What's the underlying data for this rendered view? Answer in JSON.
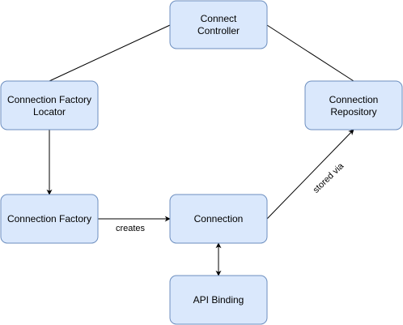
{
  "diagram": {
    "nodes": {
      "connect_controller": {
        "line1": "Connect",
        "line2": "Controller"
      },
      "connection_factory_locator": {
        "line1": "Connection Factory",
        "line2": "Locator"
      },
      "connection_repository": {
        "line1": "Connection",
        "line2": "Repository"
      },
      "connection_factory": {
        "label": "Connection Factory"
      },
      "connection": {
        "label": "Connection"
      },
      "api_binding": {
        "label": "API Binding"
      }
    },
    "edges": {
      "creates_label": "creates",
      "stored_via_label": "stored via"
    },
    "colors": {
      "node_fill": "#dae8fc",
      "node_stroke": "#6c8ebf",
      "edge": "#000000"
    }
  }
}
